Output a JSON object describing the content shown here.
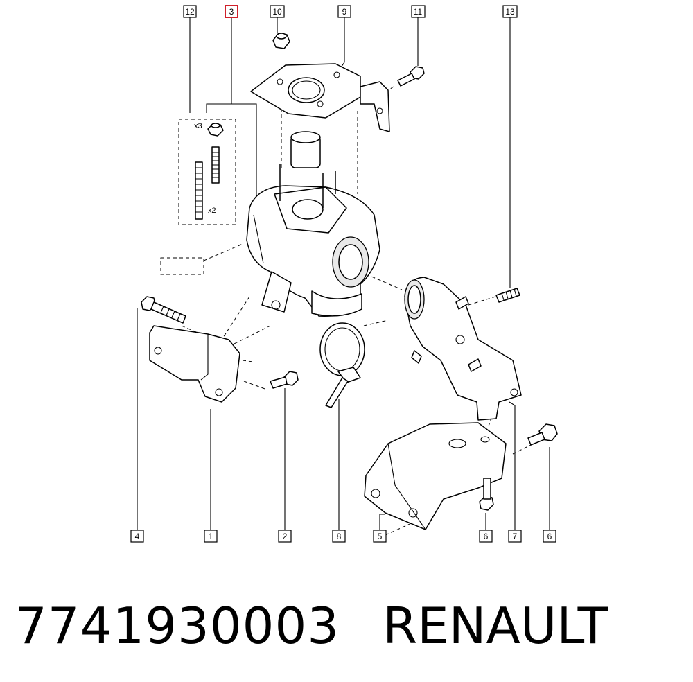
{
  "callouts": {
    "c1": "1",
    "c2": "2",
    "c3": "3",
    "c4": "4",
    "c5": "5",
    "c6a": "6",
    "c6b": "6",
    "c7": "7",
    "c8": "8",
    "c9": "9",
    "c10": "10",
    "c11": "11",
    "c12": "12",
    "c13": "13"
  },
  "highlighted_callout": "3",
  "highlight_color": "#d0202a",
  "kit_labels": {
    "qty_nut": "x3",
    "qty_stud": "x2"
  },
  "footer": {
    "part_number": "7741930003",
    "brand": "RENAULT"
  }
}
